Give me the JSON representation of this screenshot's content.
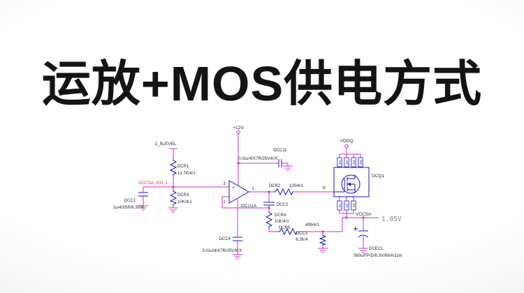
{
  "title": "运放+MOS供电方式",
  "colors": {
    "wire": "#d42bd4",
    "component": "#1414cc",
    "highlight_net": "#e03a34",
    "label": "#1f1f3d",
    "muted": "#8a8a8a",
    "title": "#141414",
    "background_edge": "#e7e8ea"
  },
  "schematic": {
    "power": {
      "v12": "+12V",
      "vddq": "VDDQ"
    },
    "nets": {
      "level": "2_5LEVEL",
      "enable": "VCCSA_EN_1",
      "gate": "G",
      "vccsa": "VCCSA",
      "voltage": "1.05V"
    },
    "opamp": {
      "ref": "DCU1A",
      "pin_noninv": "3",
      "pin_inv": "2",
      "pin_out": "1",
      "plus": "+",
      "minus": "-"
    },
    "mosfet": {
      "ref": "DCQ1",
      "drains": [
        "D1",
        "D2",
        "D3",
        "D4"
      ],
      "sources": [
        "S1",
        "S2",
        "S3"
      ]
    },
    "parts": {
      "dcr1": {
        "ref": "DCR1",
        "value": "13.7K/4/1"
      },
      "dcr2": {
        "ref": "DCR2",
        "value": "100/4/1"
      },
      "dcr3": {
        "ref": "DCR3",
        "value": "10K/4/1"
      },
      "dcr4": {
        "ref": "DCR4",
        "value": "10K/4/1"
      },
      "dcr5": {
        "ref": "DCR5",
        "value": "499/4/1"
      },
      "dcc1": {
        "ref": "DCC1",
        "value": "1u/4/X5R/6.3V/K"
      },
      "dcc2": {
        "ref": "DCC2"
      },
      "dcc3": {
        "ref": "DCC3",
        "value": "8.2K/4"
      },
      "dcc4": {
        "ref": "DCC4",
        "value": "0.01u/4/X7R/25V/K/X"
      },
      "dcc11": {
        "ref": "DCC11",
        "value": "0.01u/4/X7R/25V/K/X"
      },
      "dcec1": {
        "ref": "DCEC1",
        "value": "560u/FP/D/6.3V/69/A/11m"
      }
    }
  }
}
